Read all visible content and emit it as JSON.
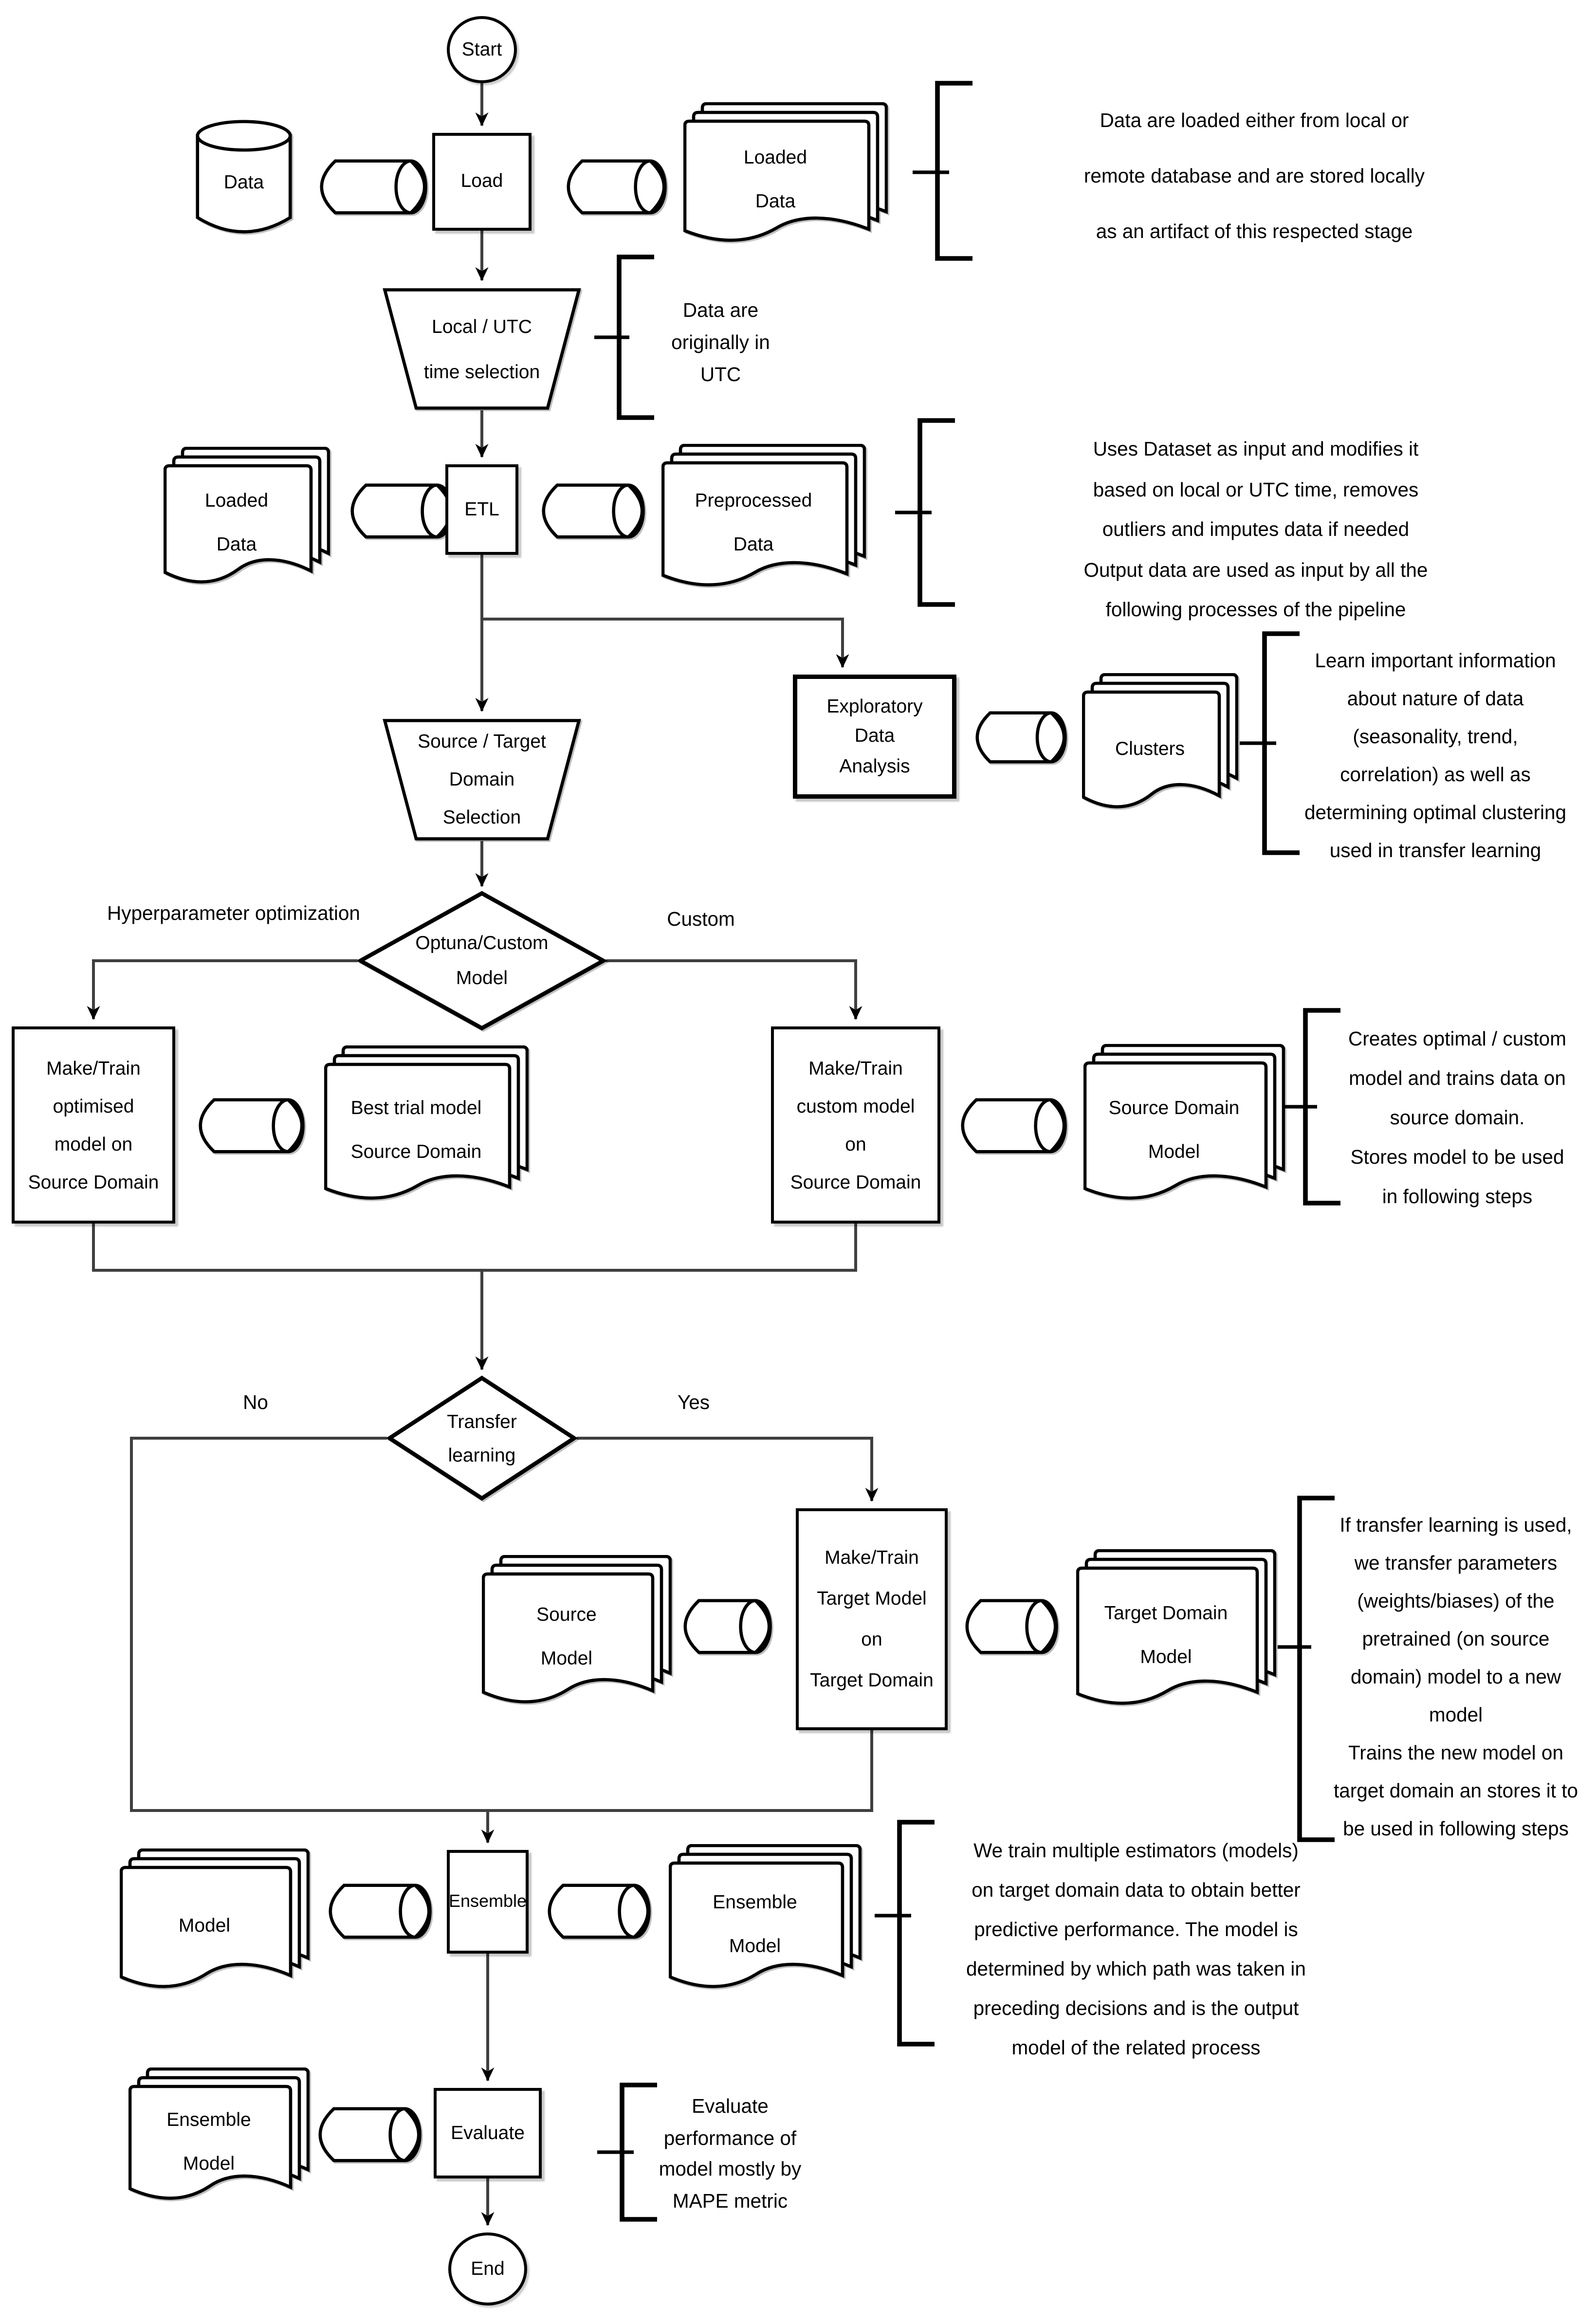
{
  "nodes": {
    "start": {
      "label": "Start"
    },
    "data_db": {
      "label": "Data"
    },
    "load": {
      "label": "Load"
    },
    "loaded_data_1": {
      "label": "Loaded\nData"
    },
    "time_selection": {
      "label": "Local / UTC\ntime selection"
    },
    "loaded_data_2": {
      "label": "Loaded\nData"
    },
    "etl": {
      "label": "ETL"
    },
    "preprocessed_data": {
      "label": "Preprocessed\nData"
    },
    "eda": {
      "label": "Exploratory\nData\nAnalysis"
    },
    "clusters": {
      "label": "Clusters"
    },
    "domain_selection": {
      "label": "Source / Target\nDomain\nSelection"
    },
    "optuna_decision": {
      "label": "Optuna/Custom\nModel"
    },
    "make_train_optimised": {
      "label": "Make/Train\noptimised\nmodel on\nSource Domain"
    },
    "best_trial_model": {
      "label": "Best trial model\nSource Domain"
    },
    "make_train_custom": {
      "label": "Make/Train\ncustom model\non\nSource Domain"
    },
    "source_domain_model": {
      "label": "Source Domain\nModel"
    },
    "transfer_decision": {
      "label": "Transfer\nlearning"
    },
    "source_model": {
      "label": "Source\nModel"
    },
    "make_train_target": {
      "label": "Make/Train\nTarget Model\non\nTarget Domain"
    },
    "target_domain_model": {
      "label": "Target Domain\nModel"
    },
    "model": {
      "label": "Model"
    },
    "ensemble": {
      "label": "Ensemble"
    },
    "ensemble_model_1": {
      "label": "Ensemble\nModel"
    },
    "ensemble_model_2": {
      "label": "Ensemble\nModel"
    },
    "evaluate": {
      "label": "Evaluate"
    },
    "end": {
      "label": "End"
    }
  },
  "edge_labels": {
    "hyperparameter": "Hyperparameter optimization",
    "custom": "Custom",
    "no": "No",
    "yes": "Yes"
  },
  "annotations": {
    "load_note": "Data are loaded either from local or\nremote database and are stored locally\nas an artifact of this respected stage",
    "utc_note": "Data are\noriginally in\nUTC",
    "etl_note": "Uses Dataset as input and modifies it\nbased on local or UTC time, removes\noutliers and imputes data if needed\nOutput data are used as input by all the\nfollowing processes of the pipeline",
    "eda_note": "Learn important information\nabout nature of data\n(seasonality, trend,\ncorrelation) as well as\ndetermining optimal clustering\nused in transfer learning",
    "source_note": "Creates optimal / custom\nmodel and trains data on\nsource domain.\nStores model to be used\nin following steps",
    "transfer_note": "If transfer learning is used,\nwe transfer parameters\n(weights/biases) of the\npretrained (on source\ndomain) model to a new\nmodel\nTrains the new model on\ntarget domain an stores it to\nbe used in following steps",
    "ensemble_note": "We train multiple estimators (models)\non target domain data to obtain better\npredictive performance. The model is\ndetermined by which path was taken in\npreceding decisions and is the output\nmodel of the related process",
    "evaluate_note": "Evaluate\nperformance of\nmodel mostly by\nMAPE metric"
  },
  "colors": {
    "stroke": "#000000",
    "fill": "#ffffff",
    "line": "#3f3f3f"
  }
}
